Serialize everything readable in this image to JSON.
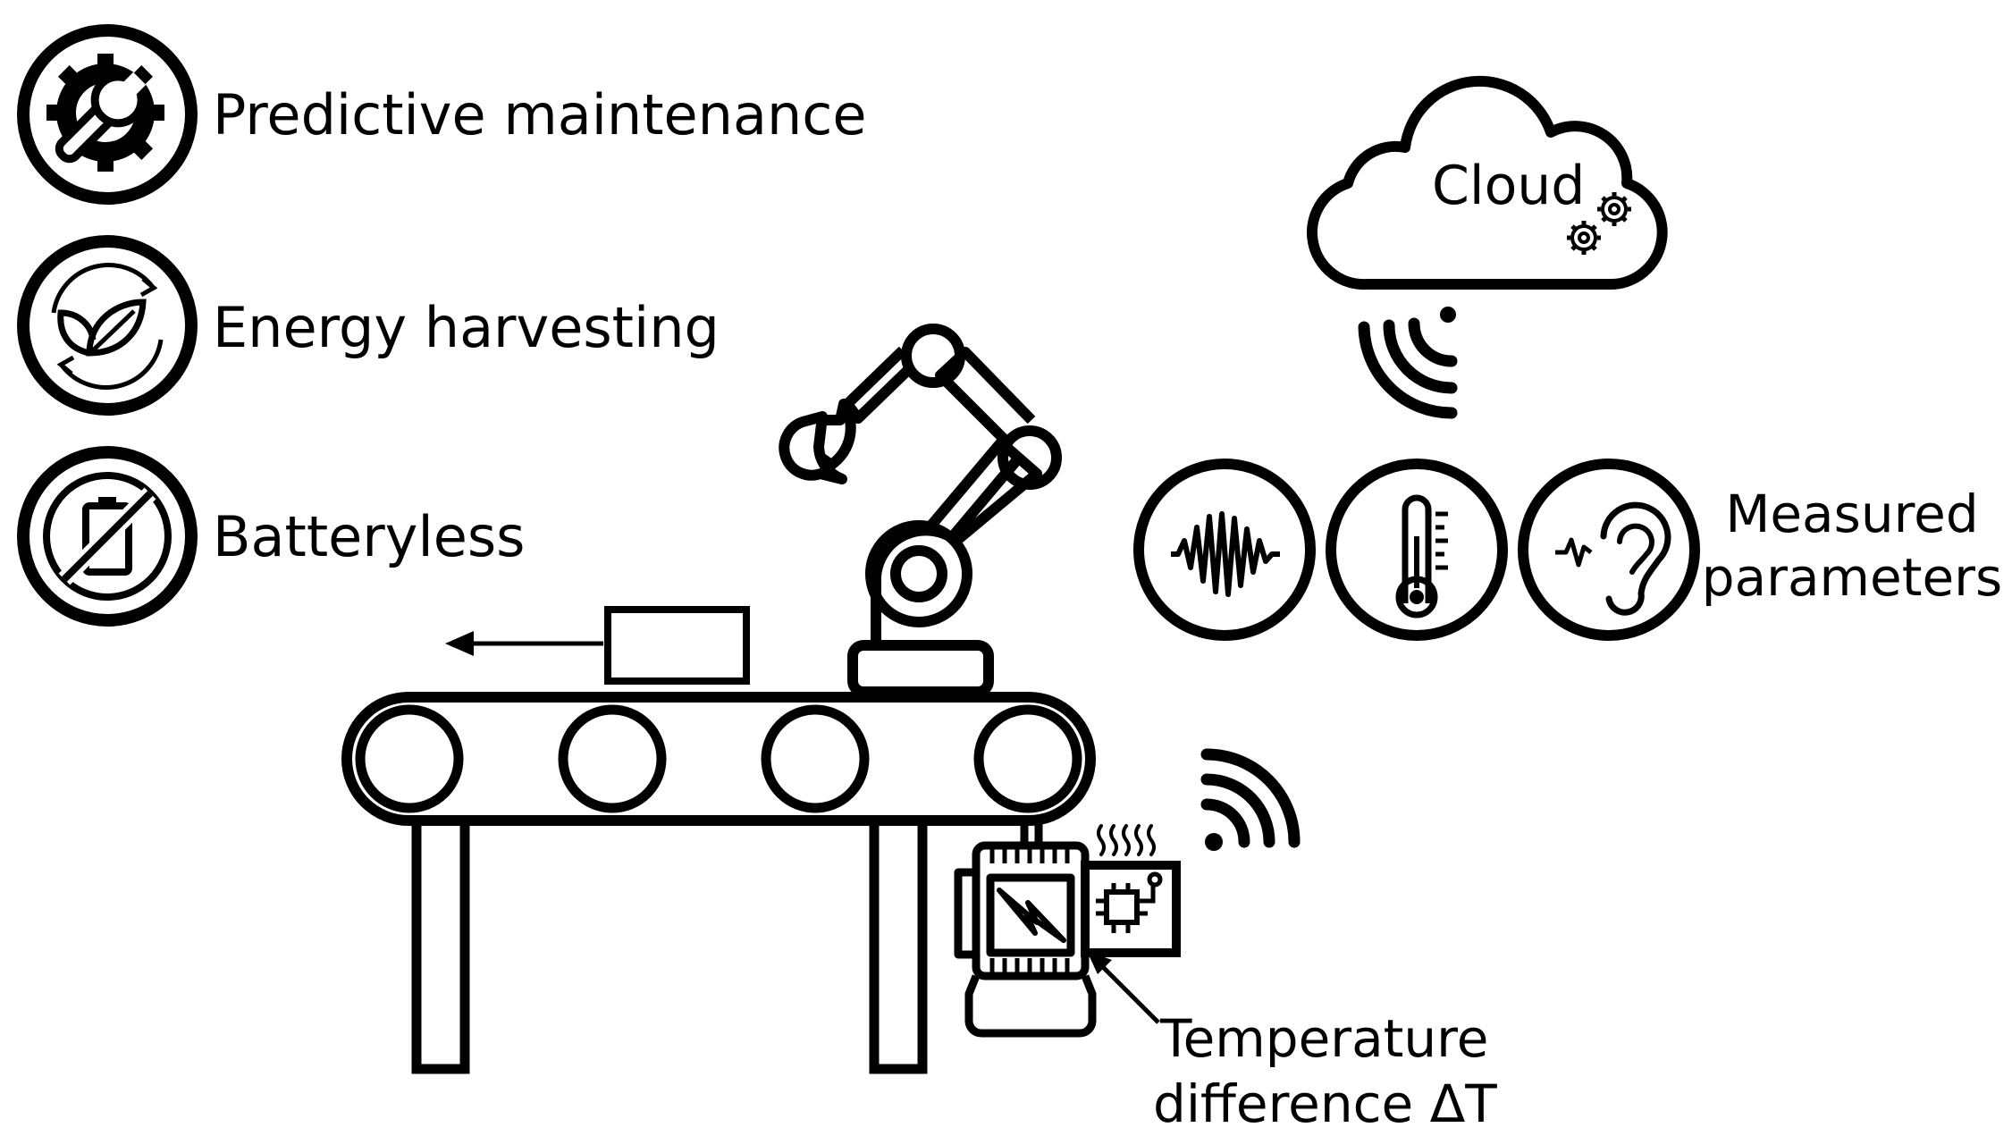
{
  "features": [
    {
      "icon": "gear-wrench-icon",
      "label": "Predictive maintenance"
    },
    {
      "icon": "leaf-recycle-icon",
      "label": "Energy harvesting"
    },
    {
      "icon": "no-battery-icon",
      "label": "Batteryless"
    }
  ],
  "cloud": {
    "label": "Cloud",
    "icon": "gears-icon"
  },
  "measured": {
    "title_line1": "Measured",
    "title_line2": "parameters",
    "icons": [
      "vibration-wave-icon",
      "thermometer-icon",
      "ear-sound-icon"
    ]
  },
  "temperature": {
    "line1": "Temperature",
    "line2": "difference ΔT"
  },
  "scene": {
    "robot": "robot-arm-icon",
    "conveyor": "conveyor-belt",
    "motor": "electric-motor-icon",
    "sensor": "sensor-chip-icon",
    "wireless": "wireless-signal-icon"
  },
  "colors": {
    "stroke": "#000000",
    "background": "#ffffff"
  }
}
